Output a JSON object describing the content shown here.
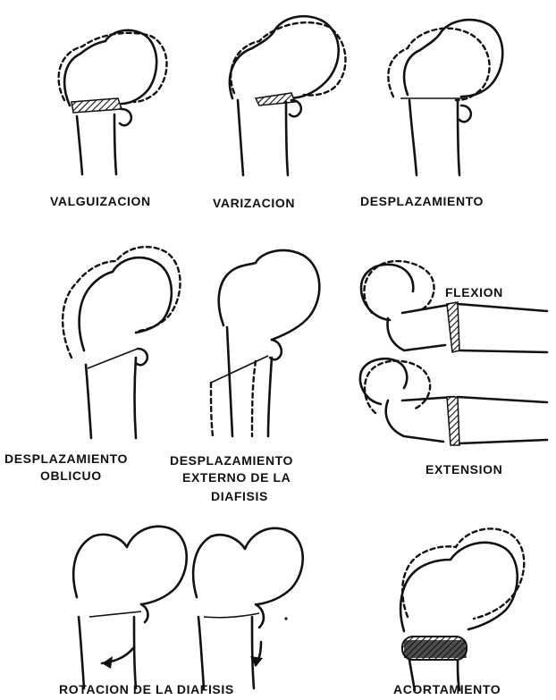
{
  "labels": {
    "valguizacion": "VALGUIZACION",
    "varizacion": "VARIZACION",
    "desplazamiento": "DESPLAZAMIENTO",
    "flexion": "FLEXION",
    "extension": "EXTENSION",
    "oblicuo_l1": "DESPLAZAMIENTO",
    "oblicuo_l2": "OBLICUO",
    "externo_l1": "DESPLAZAMIENTO",
    "externo_l2": "EXTERNO DE LA",
    "externo_l3": "DIAFISIS",
    "rotacion": "ROTACION DE LA DIAFISIS",
    "acortamiento": "ACORTAMIENTO"
  },
  "colors": {
    "ink": "#111111",
    "background": "#ffffff"
  }
}
